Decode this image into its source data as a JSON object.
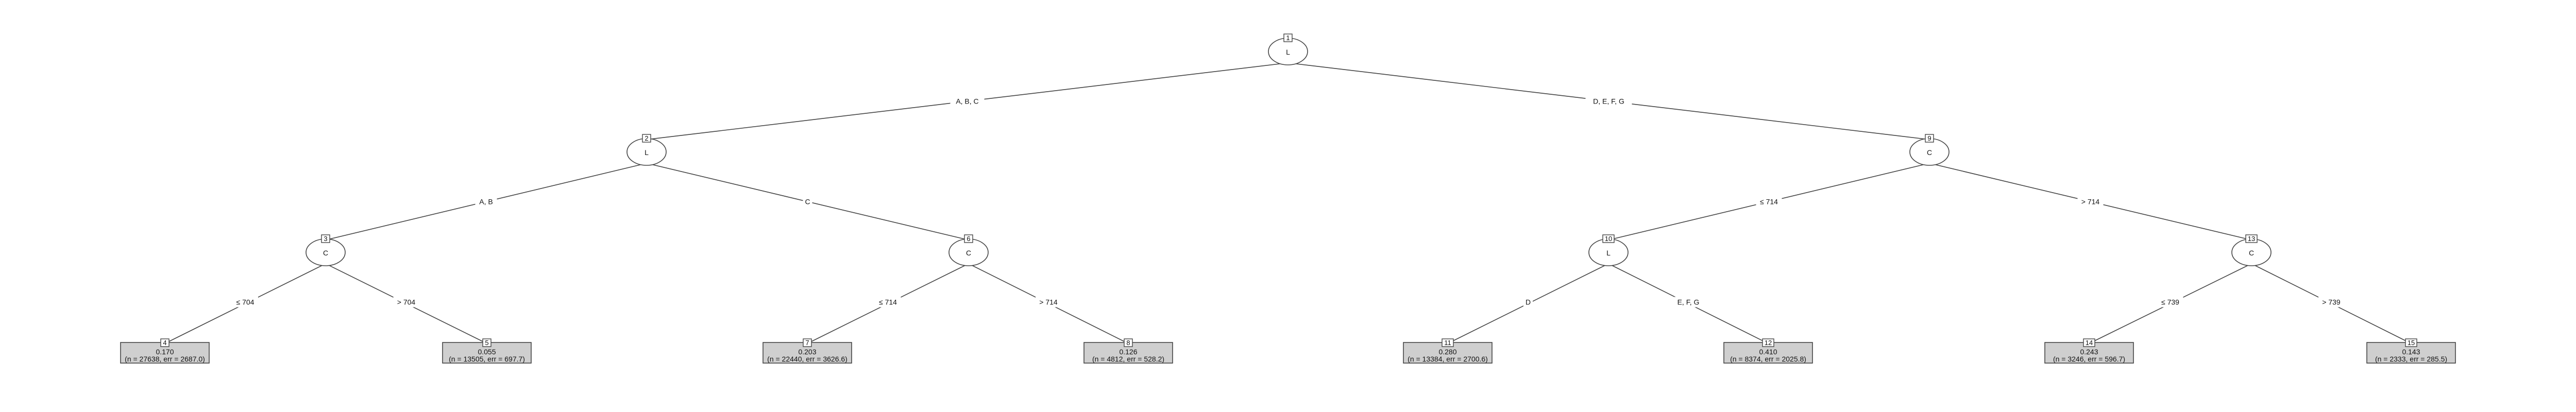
{
  "tree": {
    "nodes": [
      {
        "id": "1",
        "kind": "inner",
        "var": "L"
      },
      {
        "id": "2",
        "kind": "inner",
        "var": "L"
      },
      {
        "id": "3",
        "kind": "inner",
        "var": "C"
      },
      {
        "id": "4",
        "kind": "leaf",
        "value": "0.170",
        "stats": "(n = 27638, err = 2687.0)"
      },
      {
        "id": "5",
        "kind": "leaf",
        "value": "0.055",
        "stats": "(n = 13505, err = 697.7)"
      },
      {
        "id": "6",
        "kind": "inner",
        "var": "C"
      },
      {
        "id": "7",
        "kind": "leaf",
        "value": "0.203",
        "stats": "(n = 22440, err = 3626.6)"
      },
      {
        "id": "8",
        "kind": "leaf",
        "value": "0.126",
        "stats": "(n = 4812, err = 528.2)"
      },
      {
        "id": "9",
        "kind": "inner",
        "var": "C"
      },
      {
        "id": "10",
        "kind": "inner",
        "var": "L"
      },
      {
        "id": "11",
        "kind": "leaf",
        "value": "0.280",
        "stats": "(n = 13384, err = 2700.6)"
      },
      {
        "id": "12",
        "kind": "leaf",
        "value": "0.410",
        "stats": "(n = 8374, err = 2025.8)"
      },
      {
        "id": "13",
        "kind": "inner",
        "var": "C"
      },
      {
        "id": "14",
        "kind": "leaf",
        "value": "0.243",
        "stats": "(n = 3246, err = 596.7)"
      },
      {
        "id": "15",
        "kind": "leaf",
        "value": "0.143",
        "stats": "(n = 2333, err = 285.5)"
      }
    ],
    "edges": [
      {
        "from": "1",
        "to": "2",
        "label": "A, B, C"
      },
      {
        "from": "1",
        "to": "9",
        "label": "D, E, F, G"
      },
      {
        "from": "2",
        "to": "3",
        "label": "A, B"
      },
      {
        "from": "2",
        "to": "6",
        "label": "C"
      },
      {
        "from": "3",
        "to": "4",
        "label": "≤ 704"
      },
      {
        "from": "3",
        "to": "5",
        "label": "> 704"
      },
      {
        "from": "6",
        "to": "7",
        "label": "≤ 714"
      },
      {
        "from": "6",
        "to": "8",
        "label": "> 714"
      },
      {
        "from": "9",
        "to": "10",
        "label": "≤ 714"
      },
      {
        "from": "9",
        "to": "13",
        "label": "> 714"
      },
      {
        "from": "10",
        "to": "11",
        "label": "D"
      },
      {
        "from": "10",
        "to": "12",
        "label": "E, F, G"
      },
      {
        "from": "13",
        "to": "14",
        "label": "≤ 739"
      },
      {
        "from": "13",
        "to": "15",
        "label": "> 739"
      }
    ]
  }
}
